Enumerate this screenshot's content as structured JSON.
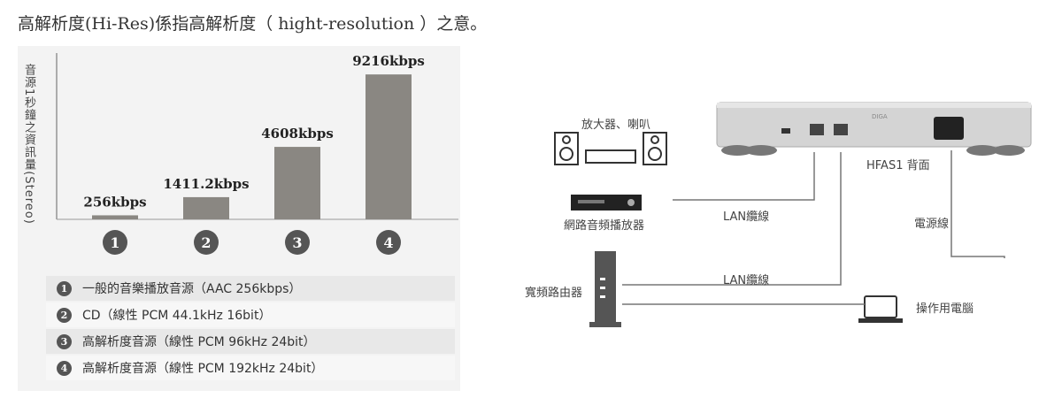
{
  "heading": "高解析度(Hi-Res)係指高解析度（ hight-resolution ）之意。",
  "chart_data": {
    "type": "bar",
    "ylabel": "音源1秒鐘之資訊量(Stereo)",
    "categories": [
      "1",
      "2",
      "3",
      "4"
    ],
    "values": [
      256,
      1411.2,
      4608,
      9216
    ],
    "value_labels": [
      "256kbps",
      "1411.2kbps",
      "4608kbps",
      "9216kbps"
    ],
    "ylim": [
      0,
      9900
    ],
    "grid": false,
    "bar_color": "#8a8782"
  },
  "legend": [
    {
      "num": "1",
      "text": "一般的音樂播放音源（AAC 256kbps）"
    },
    {
      "num": "2",
      "text": "CD（線性 PCM 44.1kHz 16bit）"
    },
    {
      "num": "3",
      "text": "高解析度音源（線性 PCM 96kHz 24bit）"
    },
    {
      "num": "4",
      "text": "高解析度音源（線性 PCM 192kHz 24bit）"
    }
  ],
  "diagram": {
    "amp_speakers": "放大器、喇叭",
    "network_player": "網路音頻播放器",
    "lan_cable_1": "LAN纜線",
    "device_back": "HFAS1 背面",
    "power_cable": "電源線",
    "router": "寬頻路由器",
    "lan_cable_2": "LAN纜線",
    "pc": "操作用電腦",
    "device_brand": "DIGA"
  }
}
